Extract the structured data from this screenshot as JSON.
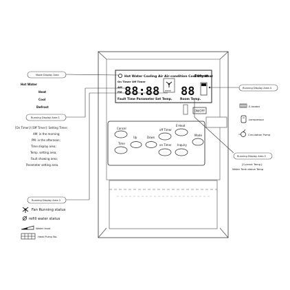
{
  "callouts": {
    "mode_display": "Mode Display Area",
    "running_display_1": "Running Display Area 1",
    "running_display_2": "Running Display Area 2",
    "running_display_3": "Running Display Area 3",
    "running_display_4": "Running Display Area 4"
  },
  "mode_list": [
    "Hot Water",
    "Heat",
    "Cool",
    "Defrost"
  ],
  "area1_desc": [
    "[On Timer]/ [Off Timer]: Setting Timer;",
    "AM: in the morning;",
    "PM: in the afternoon;",
    "Time display area;",
    "Temp. setting area;",
    "Fault showing area;",
    "Parameter setting area."
  ],
  "area3_desc": {
    "fan": "Fan Running status",
    "refill": "refill water status",
    "water_level": "Water level",
    "heat_pump_no": "Heat Pump No."
  },
  "area2_desc": {
    "line1": "[Current Temp]:",
    "line2": "Water Tank above Temp"
  },
  "area4_legend": {
    "e_heater": "E-heater",
    "compressor": "compressor",
    "circulation_pump": "Circulation Pump"
  },
  "lcd": {
    "top_row": "Hot Water Cooling Air Air-condition Cool Dry Heat",
    "defrost": "Defrost",
    "timer_row": "On Timer Off Timer",
    "am": "AM",
    "pm": "PM",
    "digits_left": "88:88",
    "digits_right": "88",
    "bottom_row": "Fault Time Parameter Set Temp.",
    "room_temp": "Room Temp."
  },
  "on_off": "ON/OFF",
  "buttons": {
    "cancel": "Cancel",
    "time": "Time",
    "up": "Up",
    "down": "Down",
    "off_timer": "off Timer",
    "on_timer": "on Timer",
    "e_heat": "E-Heat",
    "mode": "Mode",
    "inquiry": "Inquiry"
  }
}
